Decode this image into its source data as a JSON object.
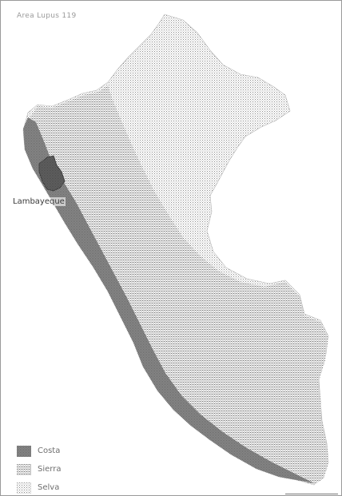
{
  "map": {
    "title": "Area Lupus 119",
    "highlighted_region": "Lambayeque",
    "legend": [
      {
        "label": "Costa",
        "pattern": "pat-costa"
      },
      {
        "label": "Sierra",
        "pattern": "pat-sierra"
      },
      {
        "label": "Selva",
        "pattern": "pat-selva"
      }
    ],
    "colors": {
      "costa_fill": "#5c5c5c",
      "sierra_fill": "#8e8e8e",
      "selva_fill": "#b6b6b6",
      "region_highlight": "#6a6a6a",
      "frame_border": "#9a9a9a"
    }
  }
}
